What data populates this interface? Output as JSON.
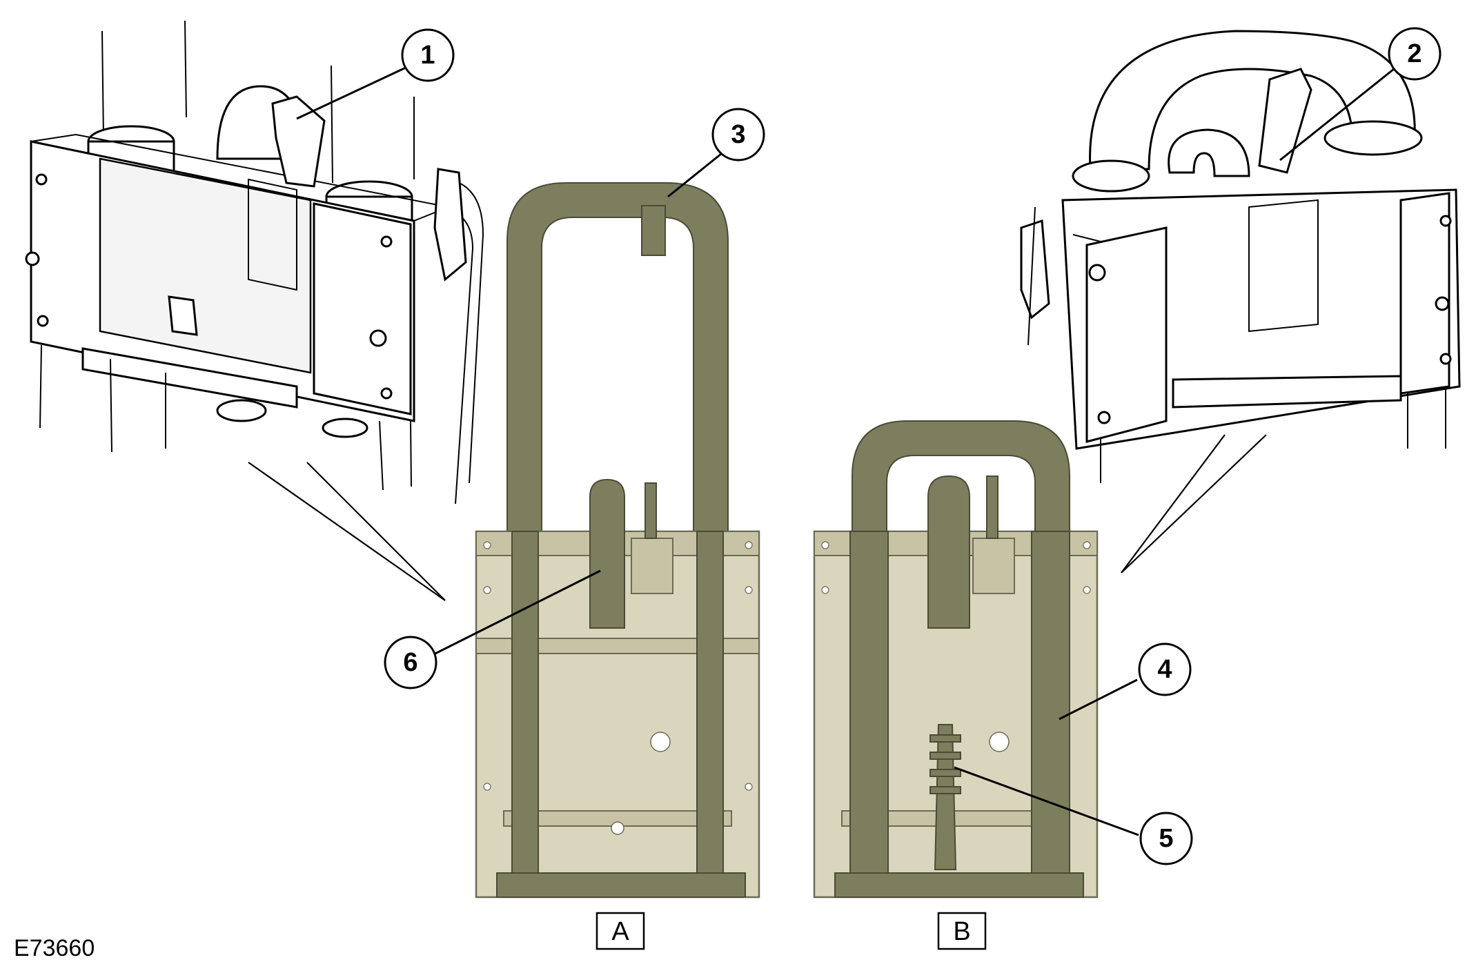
{
  "figure": {
    "reference": "E73660",
    "views": {
      "a": "A",
      "b": "B"
    }
  },
  "callouts": [
    {
      "id": "1",
      "label": "1"
    },
    {
      "id": "2",
      "label": "2"
    },
    {
      "id": "3",
      "label": "3"
    },
    {
      "id": "4",
      "label": "4"
    },
    {
      "id": "5",
      "label": "5"
    },
    {
      "id": "6",
      "label": "6"
    }
  ],
  "colors": {
    "plate": "#d9d6bd",
    "pipe": "#7d7e5e",
    "line_art": "#000000",
    "background": "#ffffff"
  }
}
